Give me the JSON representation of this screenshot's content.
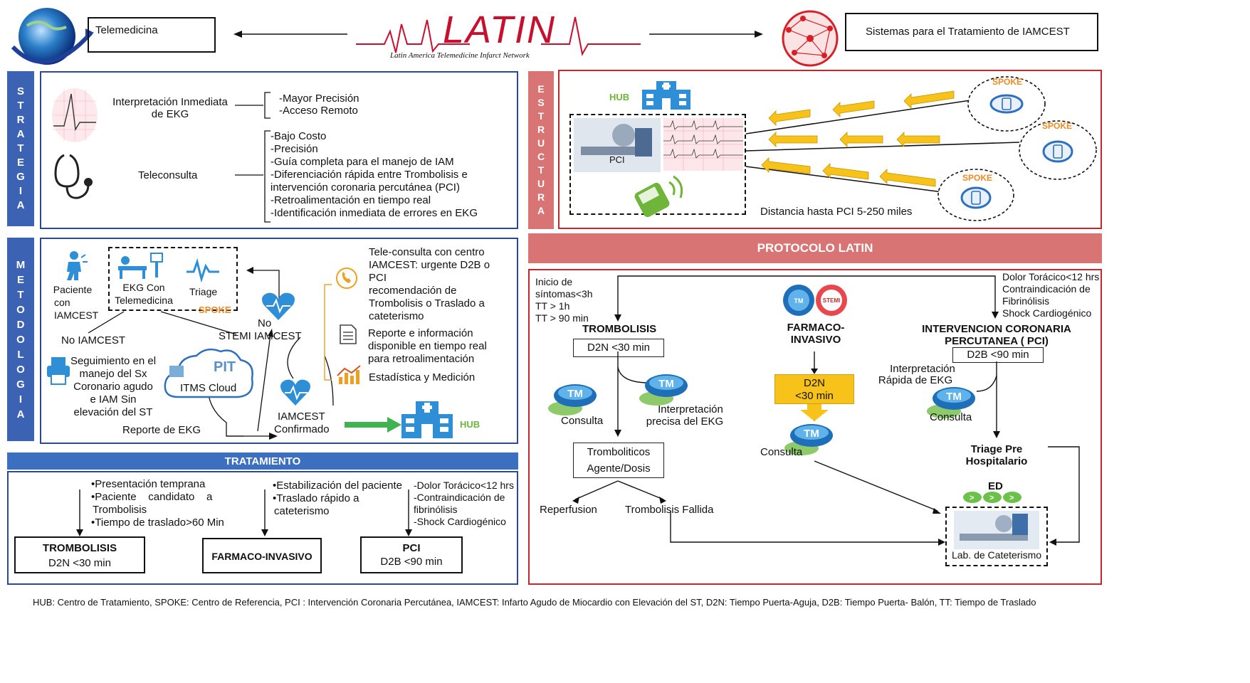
{
  "header": {
    "logo_text": "LATIN",
    "logo_subtitle": "Latin America Telemedicine Infarct Network",
    "left_box": "Telemedicina",
    "right_box": "Sistemas para el Tratamiento de IAMCEST"
  },
  "estrategia": {
    "side_label": [
      "S",
      "T",
      "R",
      "A",
      "T",
      "E",
      "G",
      "I",
      "A"
    ],
    "ekg_label": "Interpretación Inmediata de EKG",
    "ekg_label_l1": "Interpretación Inmediata",
    "ekg_label_l2": "de EKG",
    "ekg_points": [
      "-Mayor Precisión",
      "-Acceso Remoto"
    ],
    "tele_label": "Teleconsulta",
    "tele_points": [
      "-Bajo Costo",
      "-Precisión",
      "-Guía completa para el manejo de IAM",
      "-Diferenciación rápida entre Trombolisis e",
      "intervención coronaria percutánea (PCI)",
      "-Retroalimentación en tiempo real",
      "-Identificación inmediata de errores en EKG"
    ]
  },
  "estructura": {
    "side_label": [
      "E",
      "S",
      "T",
      "R",
      "U",
      "C",
      "T",
      "U",
      "R",
      "A"
    ],
    "hub": "HUB",
    "pci": "PCI",
    "spokes": [
      "SPOKE",
      "SPOKE",
      "SPOKE"
    ],
    "distance": "Distancia hasta PCI 5-250 miles"
  },
  "metodologia": {
    "side_label": [
      "M",
      "E",
      "T",
      "O",
      "D",
      "O",
      "L",
      "O",
      "G",
      "I",
      "A"
    ],
    "paciente": [
      "Paciente",
      "con",
      "IAMCEST"
    ],
    "ekg_tele": [
      "EKG Con",
      "Telemedicina"
    ],
    "triage": "Triage",
    "spoke": "SPOKE",
    "no_iamcest": "No IAMCEST",
    "stemi": "STEMI",
    "no_iamcest_2": [
      "No",
      "IAMCEST"
    ],
    "seguimiento": [
      "Seguimiento en el",
      "manejo del Sx",
      "Coronario agudo",
      "e IAM Sin",
      "elevación del ST"
    ],
    "cloud": "ITMS Cloud",
    "cloud_logo": "PIT",
    "reporte_ekg": "Reporte de EKG",
    "iamcest_conf": [
      "IAMCEST",
      "Confirmado"
    ],
    "hub": "HUB",
    "teleconsulta": [
      "Tele-consulta  con centro",
      "IAMCEST: urgente  D2B o",
      "PCI",
      "recomendación de",
      "Trombolisis o Traslado a",
      "cateterismo"
    ],
    "reporte": [
      "Reporte e información",
      "disponible en tiempo real",
      "para retroalimentación"
    ],
    "estadistica": "Estadística y Medición"
  },
  "tratamiento": {
    "title": "TRATAMIENTO",
    "col1_points": [
      "•Presentación temprana",
      "•Paciente    candidato    a",
      "Trombolisis",
      "•Tiempo de traslado>60 Min"
    ],
    "col2_points": [
      "•Estabilización del paciente",
      "•Traslado rápido a",
      "cateterismo"
    ],
    "col3_points": [
      "-Dolor Torácico<12 hrs",
      "-Contraindicación de",
      "fibrinólisis",
      "-Shock Cardiogénico"
    ],
    "box1_title": "TROMBOLISIS",
    "box1_sub": "D2N <30 min",
    "box2_title": "FARMACO-INVASIVO",
    "box3_title": "PCI",
    "box3_sub": "D2B <90 min"
  },
  "protocolo": {
    "title": "PROTOCOLO LATIN",
    "inicio": [
      "Inicio de",
      "síntomas<3h",
      "TT > 1h",
      "TT > 90 min"
    ],
    "dolor": [
      "Dolor Torácico<12 hrs",
      "Contraindicación de",
      "Fibrinólisis",
      "Shock Cardiogénico"
    ],
    "trombolisis": "TROMBOLISIS",
    "trombo_d2n": "D2N <30 min",
    "consulta": "Consulta",
    "interp_precisa": [
      "Interpretación",
      "precisa del EKG"
    ],
    "tromboliticos": [
      "Tromboliticos",
      "Agente/Dosis"
    ],
    "reperfusion": "Reperfusion",
    "fallida": "Trombolisis Fallida",
    "tm": "TM",
    "stemi": "STEMI",
    "farmaco": [
      "FARMACO-",
      "INVASIVO"
    ],
    "farmaco_d2n": [
      "D2N",
      "<30 min"
    ],
    "consulta2": "Consulta",
    "pci_title": [
      "INTERVENCION CORONARIA",
      "PERCUTANEA ( PCI)"
    ],
    "pci_d2b": "D2B <90 min",
    "interp_rapida": [
      "Interpretación",
      "Rápida de EKG"
    ],
    "consulta3": "Consulta",
    "triage_pre": [
      "Triage Pre",
      "Hospitalario"
    ],
    "ed": "ED",
    "lab": "Lab. de Cateterismo"
  },
  "footer": "HUB: Centro de Tratamiento, SPOKE: Centro de Referencia, PCI : Intervención Coronaria Percutánea, IAMCEST: Infarto Agudo de Miocardio con Elevación del ST, D2N: Tiempo Puerta-Aguja, D2B: Tiempo Puerta- Balón, TT: Tiempo de Traslado",
  "colors": {
    "blue_panel": "#2e4a8f",
    "blue_bar": "#3d6fc0",
    "red_panel": "#c0282e",
    "pink_bar": "#d87474",
    "arrow_yellow": "#f7c21a",
    "hub_blue": "#2e8fd6",
    "hub_green": "#6fb53a",
    "spoke_orange": "#f08a24"
  }
}
